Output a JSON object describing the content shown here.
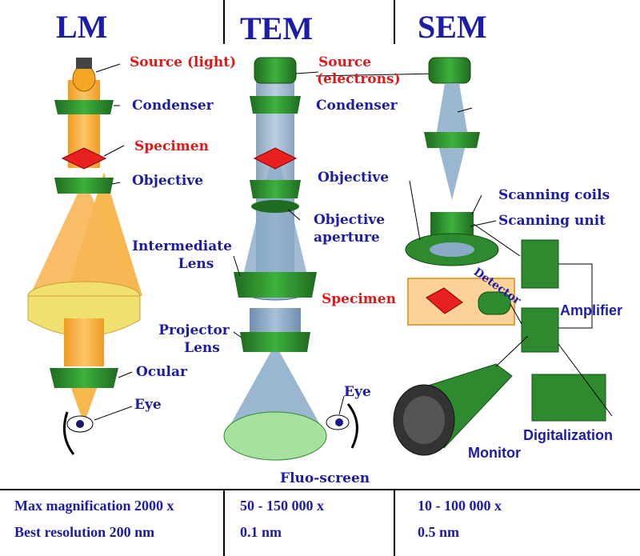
{
  "columns": {
    "lm": "LM",
    "tem": "TEM",
    "sem": "SEM"
  },
  "lm": {
    "source": "Source (light)",
    "condenser": "Condenser",
    "specimen": "Specimen",
    "objective": "Objective",
    "ocular": "Ocular",
    "eye": "Eye"
  },
  "tem": {
    "source_line1": "Source",
    "source_line2": "(electrons)",
    "objective_aperture_line1": "Objective",
    "objective_aperture_line2": "aperture",
    "intermediate_line1": "Intermediate",
    "intermediate_line2": "Lens",
    "projector_line1": "Projector",
    "projector_line2": "Lens",
    "eye": "Eye",
    "screen": "Fluo-screen"
  },
  "sem": {
    "condenser": "Condenser",
    "objective": "Objective",
    "scanning_coils": "Scanning coils",
    "scanning_unit": "Scanning unit",
    "detector": "Detector",
    "specimen": "Specimen",
    "amplifier": "Amplifier",
    "monitor": "Monitor",
    "digitalization": "Digitalization"
  },
  "table": {
    "row1_label": "Max magnification 2000 x",
    "row1_tem": "50 - 150 000 x",
    "row1_sem": "10 - 100 000 x",
    "row2_label": "Best resolution 200 nm",
    "row2_tem": "0.1 nm",
    "row2_sem": "0.5 nm"
  },
  "colors": {
    "label_blue": "#1c1ca8",
    "label_red": "#e01818",
    "lens_green": "#2e8a2e",
    "light_beam": "#f5a623",
    "electron_beam": "#8aaac8",
    "specimen_red": "#e82020",
    "screen_green": "#a8e0a0"
  }
}
